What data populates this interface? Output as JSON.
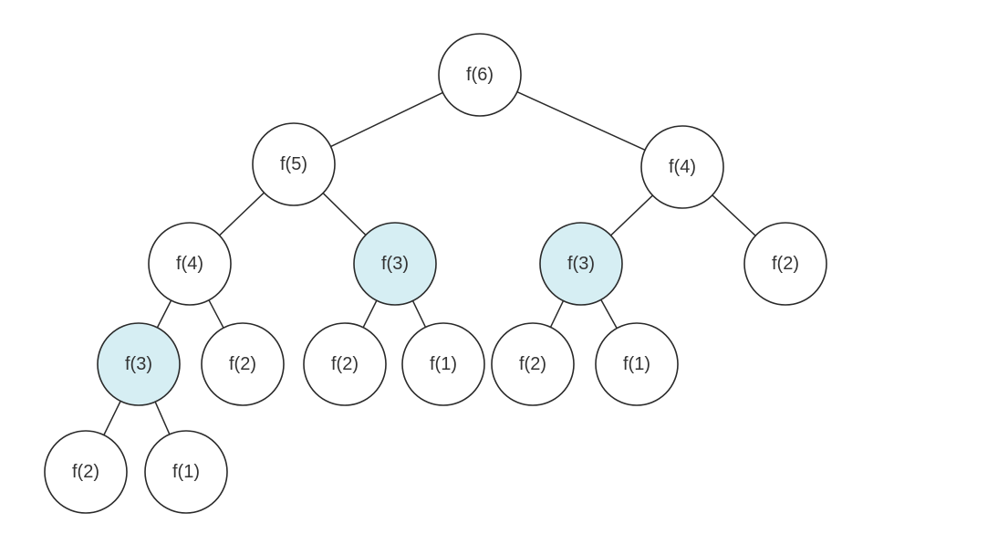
{
  "diagram": {
    "type": "recursion-tree",
    "colors": {
      "default_fill": "#ffffff",
      "highlight_fill": "#d6eef3",
      "stroke": "#2a2a2a",
      "text": "#333333"
    },
    "nodes": [
      {
        "id": "n0",
        "label": "f(6)",
        "highlighted": false
      },
      {
        "id": "n1",
        "label": "f(5)",
        "highlighted": false
      },
      {
        "id": "n2",
        "label": "f(4)",
        "highlighted": false
      },
      {
        "id": "n3",
        "label": "f(4)",
        "highlighted": false
      },
      {
        "id": "n4",
        "label": "f(3)",
        "highlighted": true
      },
      {
        "id": "n5",
        "label": "f(3)",
        "highlighted": true
      },
      {
        "id": "n6",
        "label": "f(2)",
        "highlighted": false
      },
      {
        "id": "n7",
        "label": "f(3)",
        "highlighted": true
      },
      {
        "id": "n8",
        "label": "f(2)",
        "highlighted": false
      },
      {
        "id": "n9",
        "label": "f(2)",
        "highlighted": false
      },
      {
        "id": "n10",
        "label": "f(1)",
        "highlighted": false
      },
      {
        "id": "n11",
        "label": "f(2)",
        "highlighted": false
      },
      {
        "id": "n12",
        "label": "f(1)",
        "highlighted": false
      },
      {
        "id": "n13",
        "label": "f(2)",
        "highlighted": false
      },
      {
        "id": "n14",
        "label": "f(1)",
        "highlighted": false
      }
    ],
    "edges": [
      [
        "n0",
        "n1"
      ],
      [
        "n0",
        "n2"
      ],
      [
        "n1",
        "n3"
      ],
      [
        "n1",
        "n4"
      ],
      [
        "n2",
        "n5"
      ],
      [
        "n2",
        "n6"
      ],
      [
        "n3",
        "n7"
      ],
      [
        "n3",
        "n8"
      ],
      [
        "n4",
        "n9"
      ],
      [
        "n4",
        "n10"
      ],
      [
        "n5",
        "n11"
      ],
      [
        "n5",
        "n12"
      ],
      [
        "n7",
        "n13"
      ],
      [
        "n7",
        "n14"
      ]
    ]
  }
}
